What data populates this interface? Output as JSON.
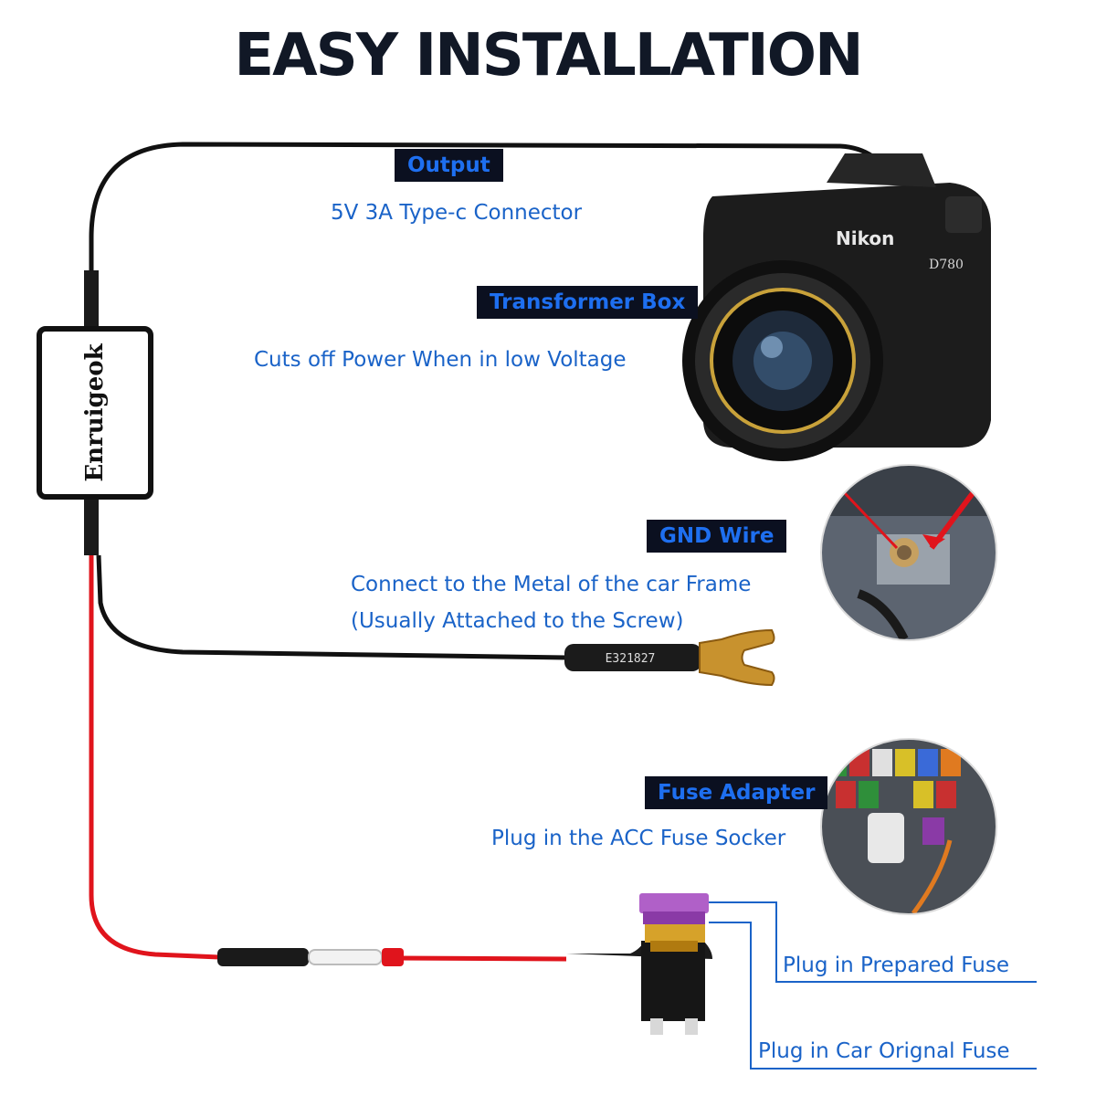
{
  "title": "EASY INSTALLATION",
  "box": {
    "brand": "Enruigeok"
  },
  "camera": {
    "brand": "Nikon",
    "model": "D780"
  },
  "connector_print": "E321827",
  "labels": {
    "output": {
      "tag": "Output",
      "desc": "5V 3A Type-c Connector"
    },
    "transformer": {
      "tag": "Transformer Box",
      "desc": "Cuts off Power When in low Voltage"
    },
    "gnd": {
      "tag": "GND Wire",
      "desc_line1": "Connect to the Metal of the car Frame",
      "desc_line2": "(Usually Attached to the Screw)"
    },
    "fuse": {
      "tag": "Fuse Adapter",
      "desc": "Plug in the ACC Fuse Socker"
    },
    "prepared": "Plug in Prepared Fuse",
    "original": "Plug in Car Orignal Fuse"
  },
  "colors": {
    "tag_bg": "#0b1020",
    "tag_text": "#1e6ff0",
    "desc_text": "#1a63c8",
    "title": "#111826",
    "red_wire": "#e0141c",
    "black_wire": "#111111"
  }
}
